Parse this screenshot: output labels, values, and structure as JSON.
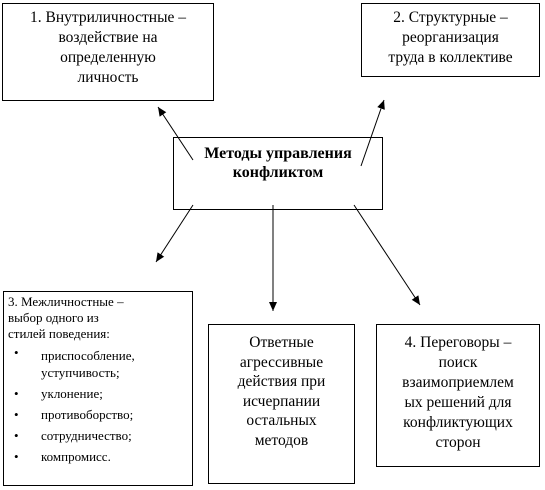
{
  "center": {
    "lines": [
      "Методы управления",
      "конфликтом"
    ]
  },
  "box_intrapersonal": {
    "lines": [
      "1. Внутриличностные –",
      "воздействие на",
      "определенную",
      "личность"
    ]
  },
  "box_structural": {
    "lines": [
      "2. Структурные –",
      "реорганизация",
      "труда в коллективе"
    ]
  },
  "box_interpersonal": {
    "intro_lines": [
      "3. Межличностные –",
      "выбор одного из",
      "стилей поведения:"
    ],
    "items": [
      "приспособление, уступчивость;",
      "уклонение;",
      "противоборство;",
      "сотрудничество;",
      "компромисс."
    ]
  },
  "box_aggressive": {
    "lines": [
      "Ответные",
      "агрессивные",
      "действия при",
      "исчерпании",
      "остальных",
      "методов"
    ]
  },
  "box_negotiation": {
    "lines": [
      "4. Переговоры –",
      "поиск",
      "взаимоприемлем",
      "ых решений для",
      "конфликтующих",
      "сторон"
    ]
  }
}
